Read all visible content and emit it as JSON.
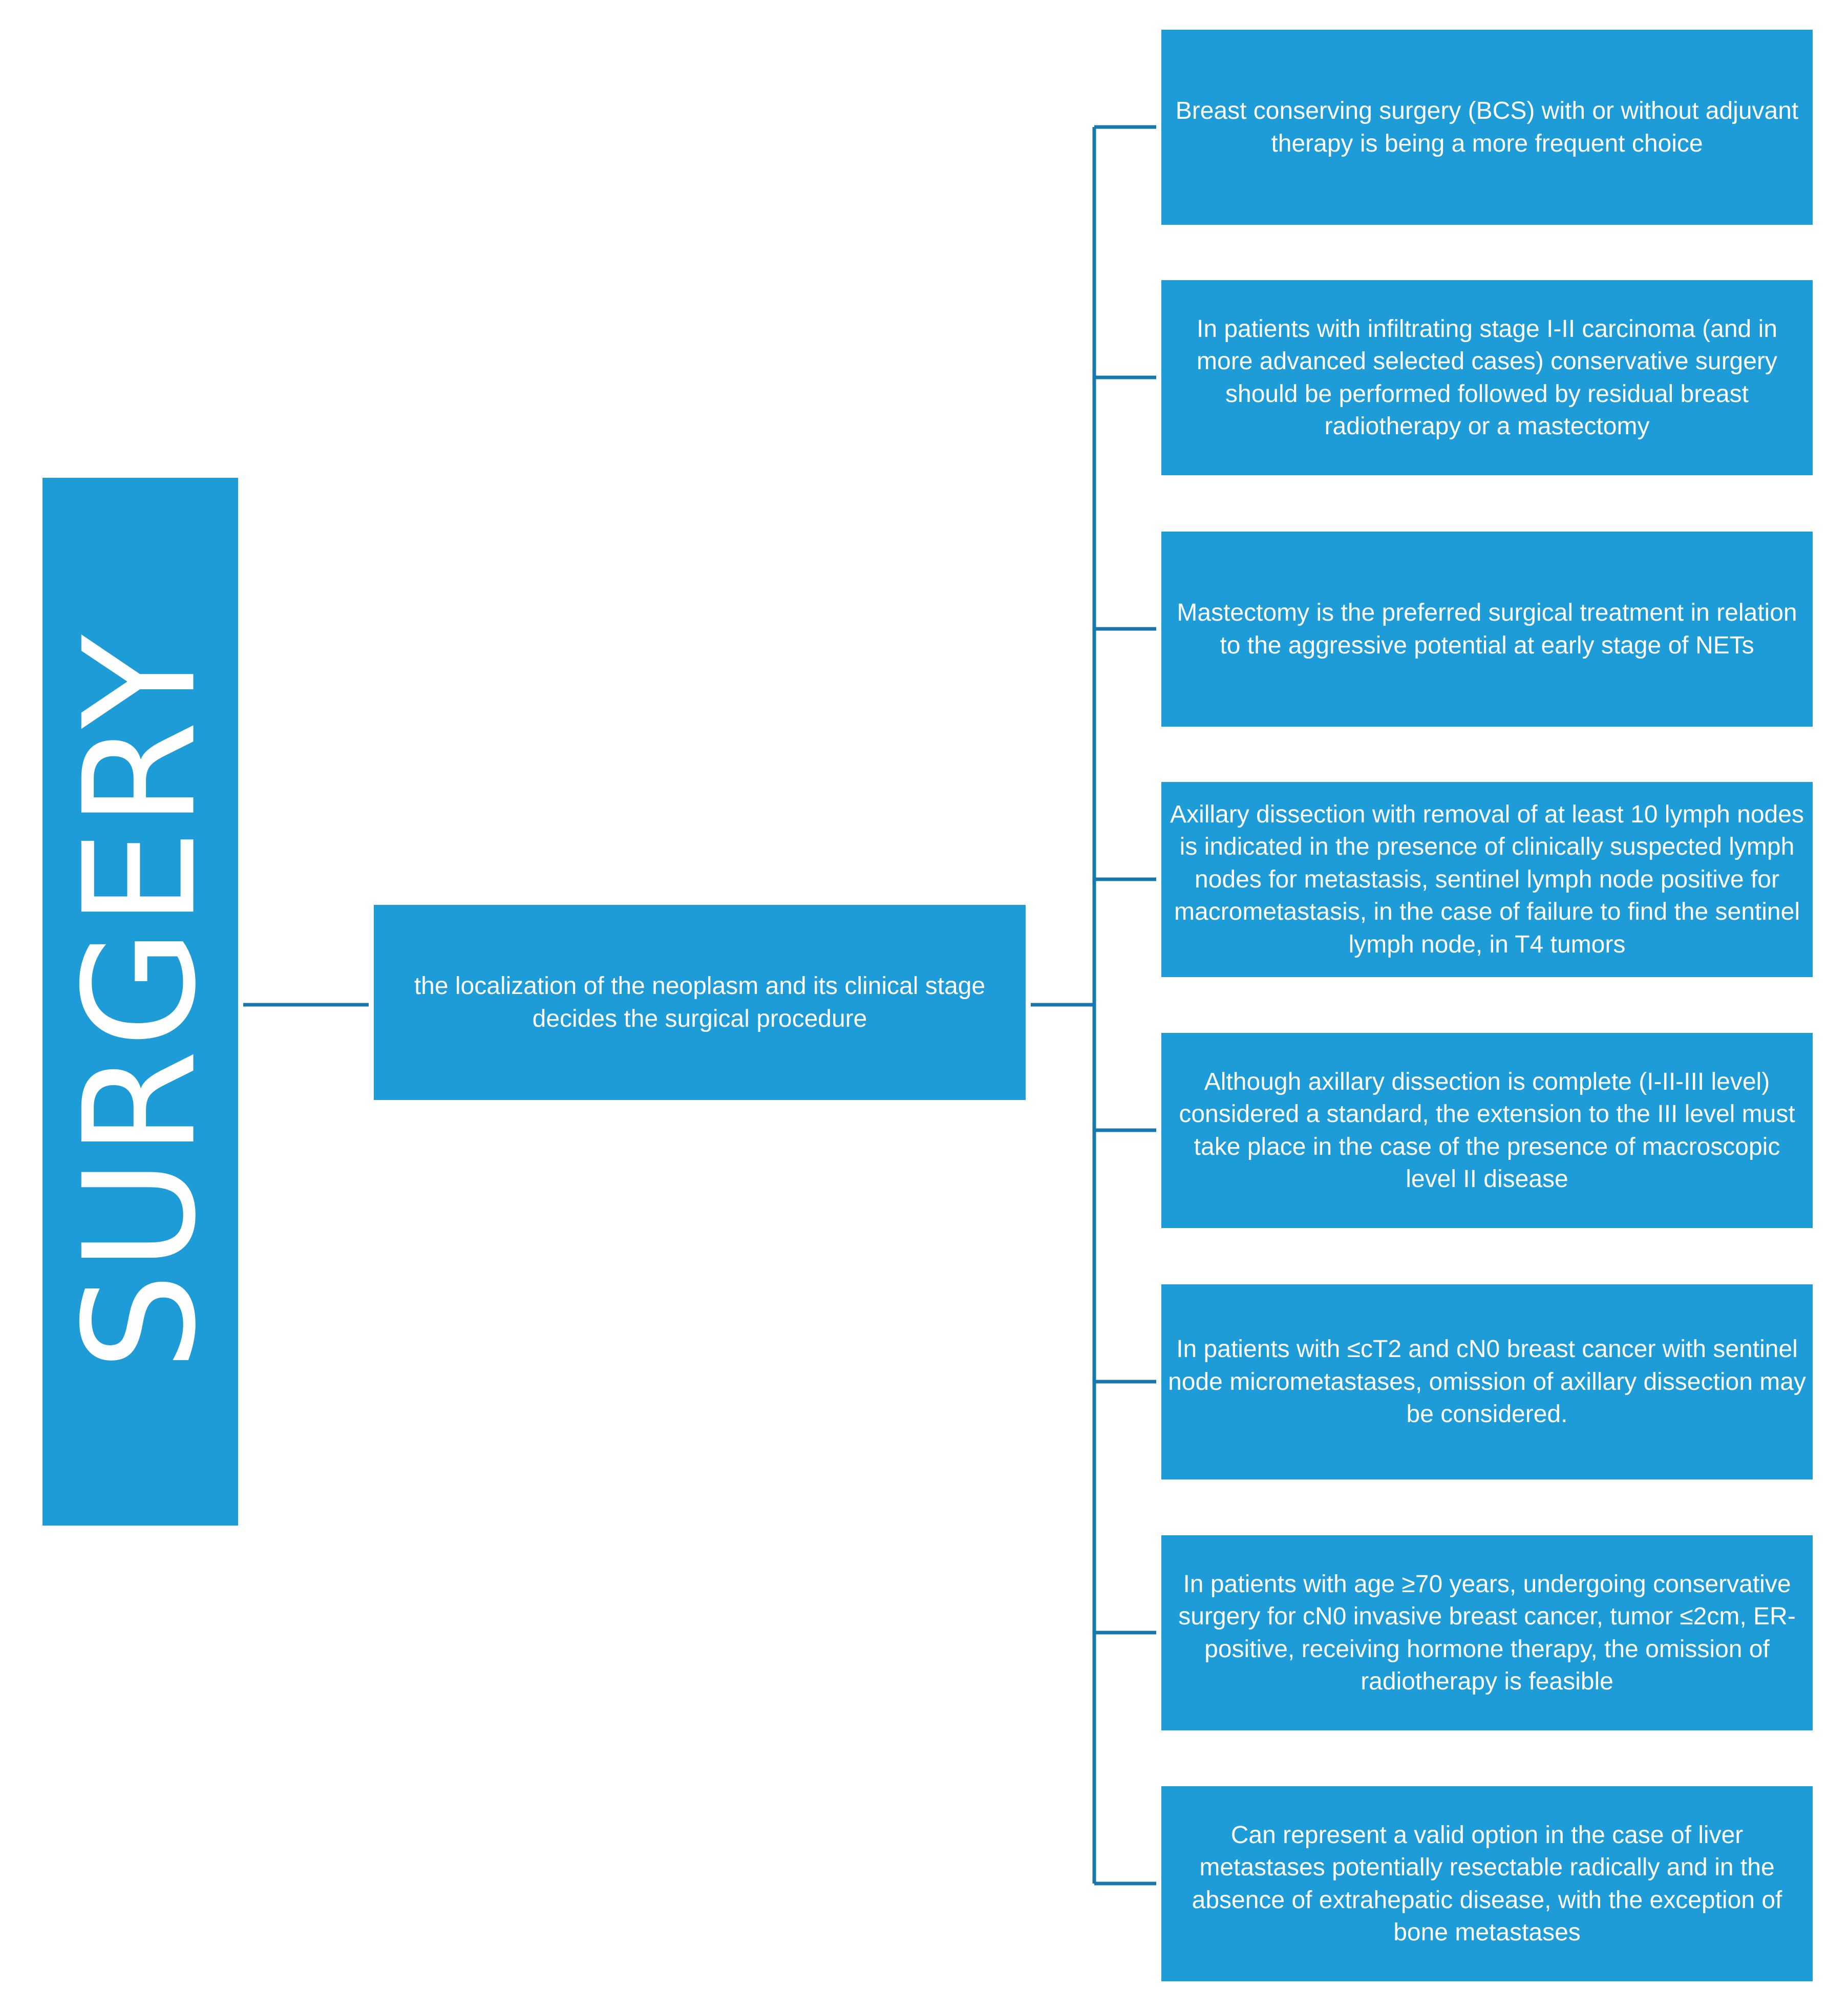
{
  "colors": {
    "box_fill": "#1e9cd8",
    "connector": "#1878ad",
    "text": "#ffffff"
  },
  "title": "SURGERY",
  "middle": "the localization of the neoplasm and its clinical stage decides the surgical procedure",
  "items": [
    "Breast conserving surgery (BCS) with or without adjuvant therapy is being a more frequent choice",
    "In patients with infiltrating stage I-II carcinoma (and in more advanced selected cases) conservative surgery should be performed followed by residual breast radiotherapy or a mastectomy",
    "Mastectomy is the preferred surgical treatment in relation to the aggressive potential at early stage of NETs",
    "Axillary dissection with removal of at least 10 lymph nodes is indicated in the presence of clinically suspected lymph nodes for metastasis, sentinel lymph node positive for macrometastasis, in the case of failure to find the sentinel lymph node, in T4 tumors",
    "Although axillary dissection is complete (I-II-III level) considered a standard, the extension to the III level must take place in the case of the presence of macroscopic level II disease",
    "In patients with ≤cT2 and cN0 breast cancer with sentinel node micrometastases, omission of axillary dissection may be considered.",
    "In patients with age ≥70 years, undergoing conservative surgery for cN0 invasive breast cancer, tumor ≤2cm, ER-positive, receiving hormone therapy, the omission of radiotherapy is feasible",
    "Can represent a valid option in the case of liver metastases potentially resectable radically and in the absence of extrahepatic disease, with the exception of bone metastases"
  ]
}
